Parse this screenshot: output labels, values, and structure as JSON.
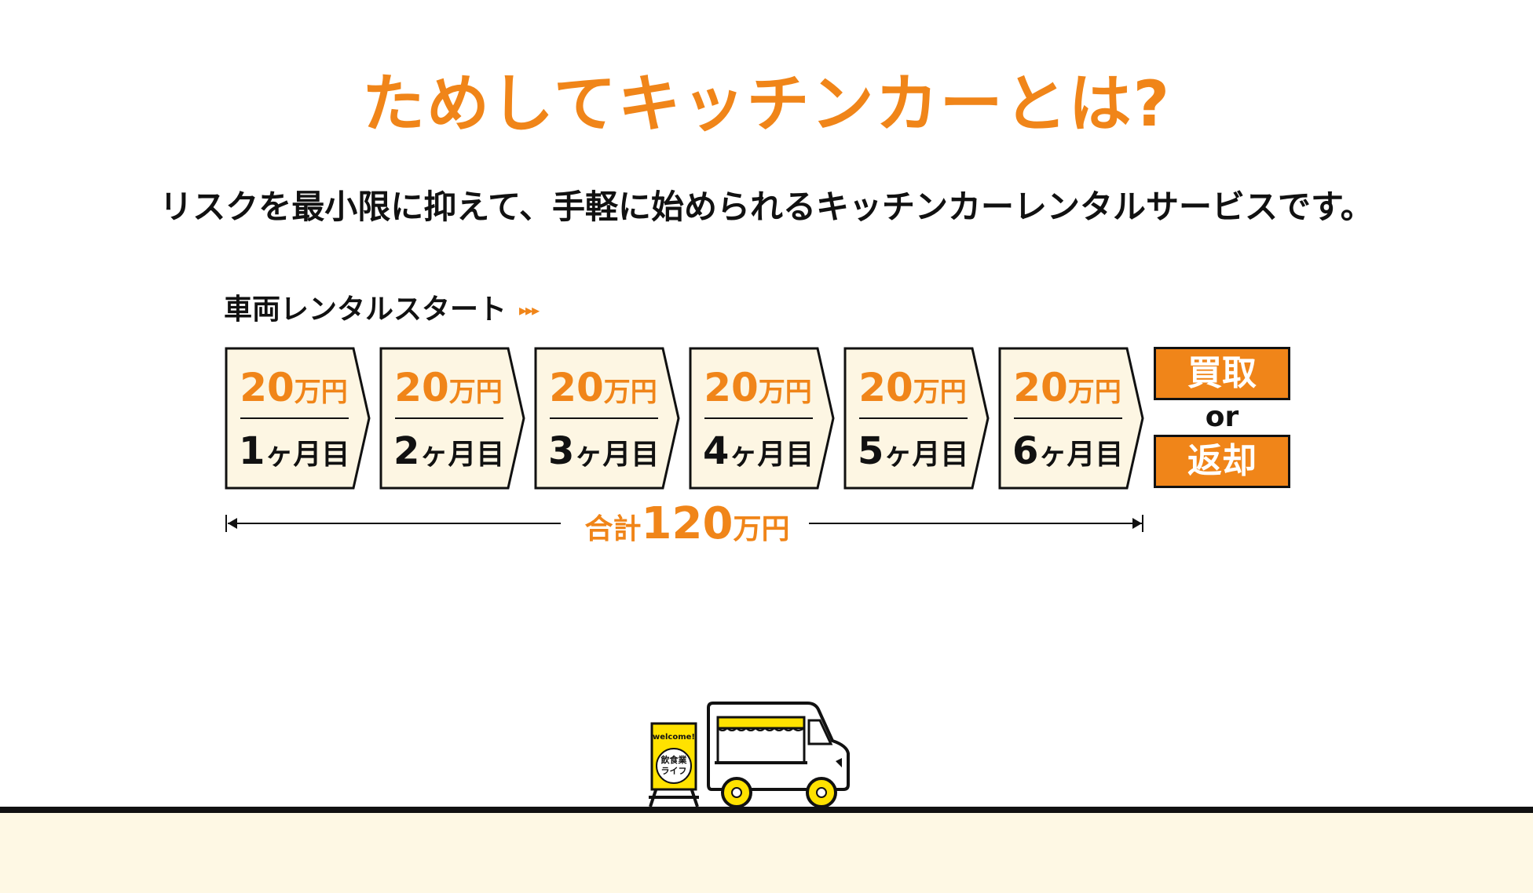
{
  "title": "ためしてキッチンカーとは?",
  "subtitle": "リスクを最小限に抑えて、手軽に始められるキッチンカーレンタルサービスです。",
  "flow": {
    "start_label": "車両レンタルスタート",
    "start_arrows": "▸▸▸",
    "months": [
      {
        "amount": "20",
        "amount_unit": "万円",
        "num": "1",
        "unit": "ヶ月目"
      },
      {
        "amount": "20",
        "amount_unit": "万円",
        "num": "2",
        "unit": "ヶ月目"
      },
      {
        "amount": "20",
        "amount_unit": "万円",
        "num": "3",
        "unit": "ヶ月目"
      },
      {
        "amount": "20",
        "amount_unit": "万円",
        "num": "4",
        "unit": "ヶ月目"
      },
      {
        "amount": "20",
        "amount_unit": "万円",
        "num": "5",
        "unit": "ヶ月目"
      },
      {
        "amount": "20",
        "amount_unit": "万円",
        "num": "6",
        "unit": "ヶ月目"
      }
    ],
    "end_options": {
      "buy": "買取",
      "or": "or",
      "return": "返却"
    },
    "total": {
      "prefix": "合計",
      "value": "120",
      "unit": "万円"
    }
  },
  "illustration": {
    "sign_top": "welcome!",
    "sign_text": "飲食業ライフ"
  },
  "colors": {
    "accent": "#f08519",
    "card_bg": "#fdf6e3",
    "floor": "#fef8e4",
    "truck_yellow": "#ffe200"
  }
}
